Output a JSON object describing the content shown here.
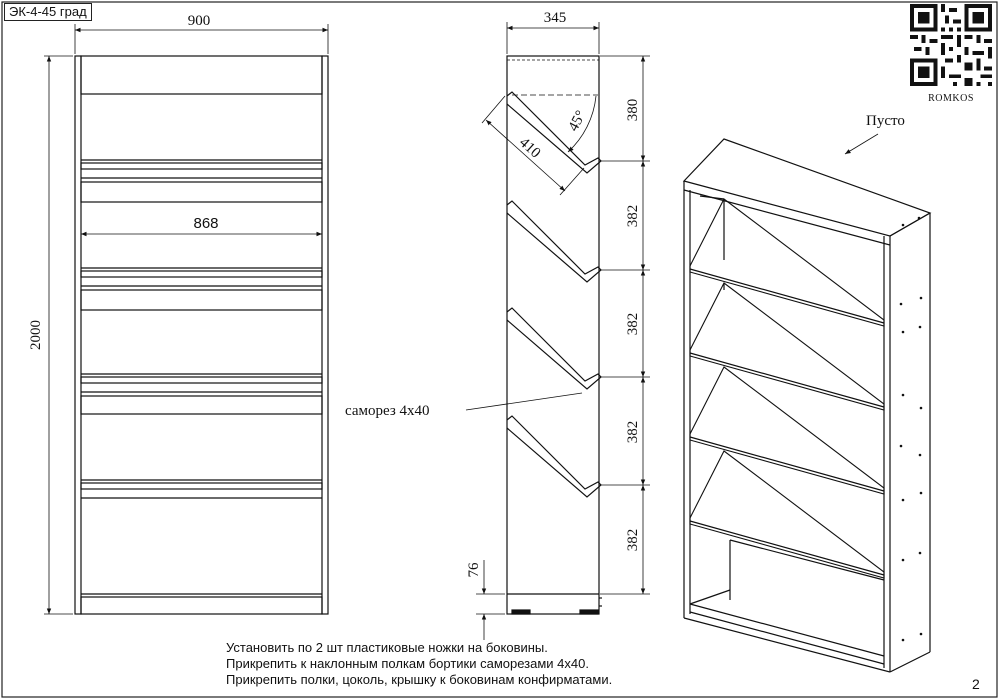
{
  "sheet": {
    "title": "ЭК-4-45 град",
    "page_number": "2",
    "brand": "ROMKOS"
  },
  "front_view": {
    "width_dim": "900",
    "inner_width_dim": "868",
    "height_dim": "2000"
  },
  "side_view": {
    "depth_dim": "345",
    "top_spacing_dim": "380",
    "spacing_dims": [
      "382",
      "382",
      "382",
      "382"
    ],
    "plinth_dim": "76",
    "shelf_length_dim": "410",
    "angle_dim": "45°",
    "screw_label": "саморез 4х40"
  },
  "iso_view": {
    "empty_label": "Пусто"
  },
  "notes": [
    "Установить по 2 шт пластиковые ножки на боковины.",
    "Прикрепить к наклонным полкам бортики саморезами 4х40.",
    "Прикрепить полки, цоколь, крышку к боковинам конфирматами."
  ]
}
